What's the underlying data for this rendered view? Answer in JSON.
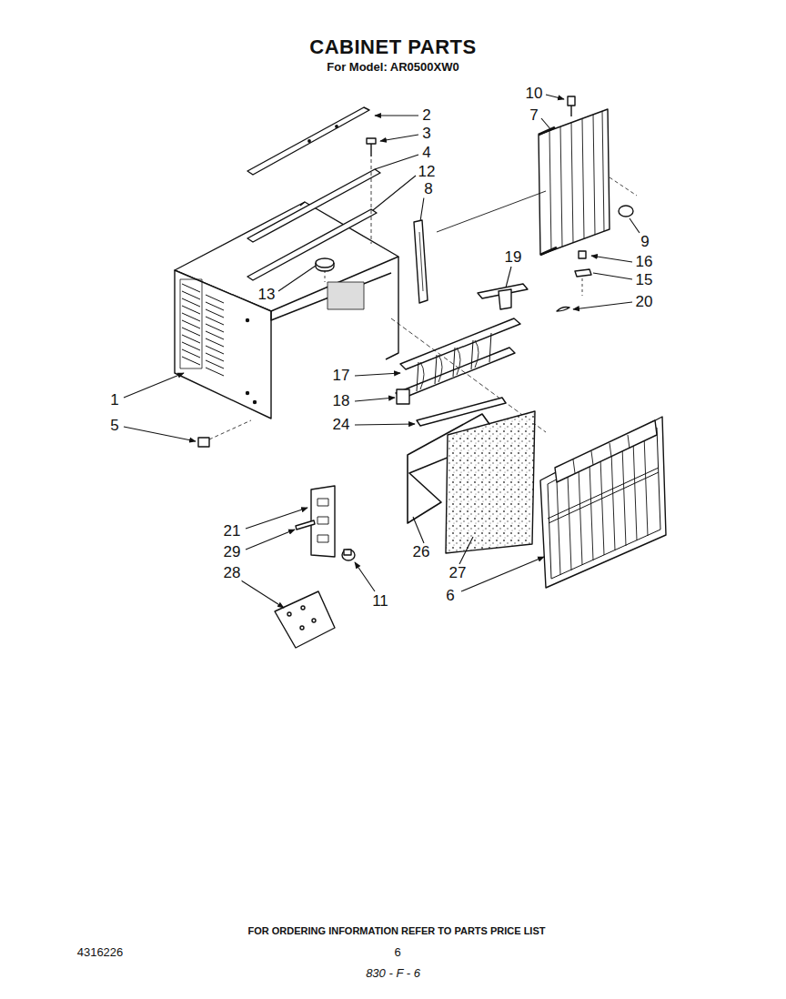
{
  "diagram": {
    "title": "CABINET PARTS",
    "labels": [
      "For Model: AR0500XW0",
      "10",
      "7",
      "2",
      "3",
      "4",
      "12",
      "8",
      "9",
      "16",
      "15",
      "19",
      "20",
      "13",
      "17",
      "18",
      "1",
      "5",
      "24",
      "21",
      "29",
      "28",
      "11",
      "26",
      "27",
      "6",
      "FOR ORDERING INFORMATION REFER TO PARTS PRICE LIST",
      "4316226",
      "6",
      "830 - F - 6"
    ]
  }
}
